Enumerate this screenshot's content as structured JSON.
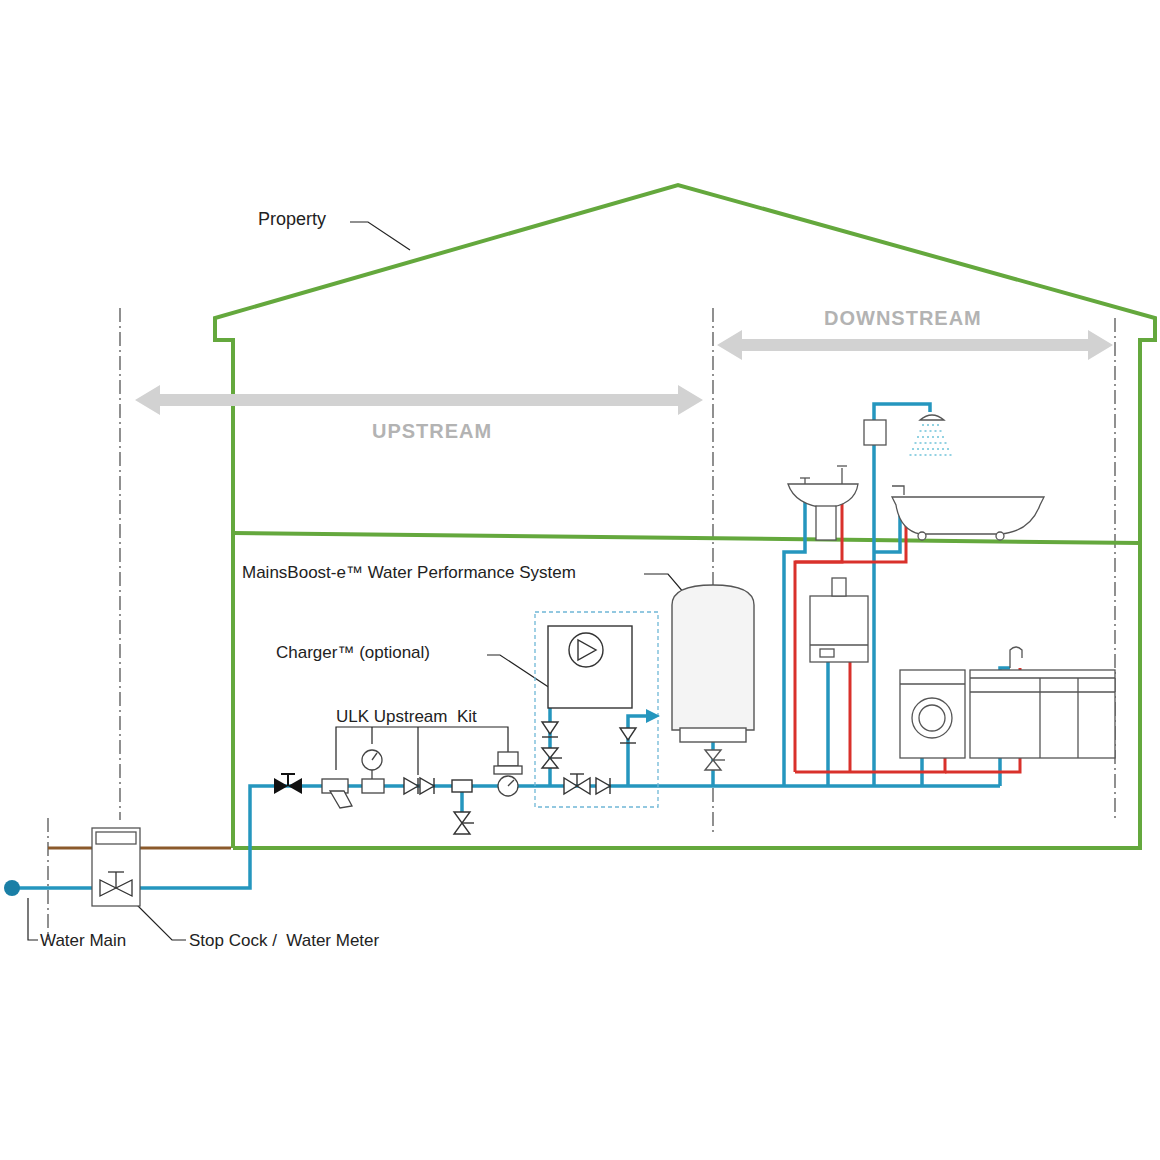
{
  "diagram": {
    "labels": [
      "Property",
      "UPSTREAM",
      "DOWNSTREAM",
      "MainsBoost-e™ Water Performance System",
      "Charger™ (optional)",
      "ULK Upstream  Kit",
      "Water Main",
      "Stop Cock /  Water Meter"
    ]
  }
}
